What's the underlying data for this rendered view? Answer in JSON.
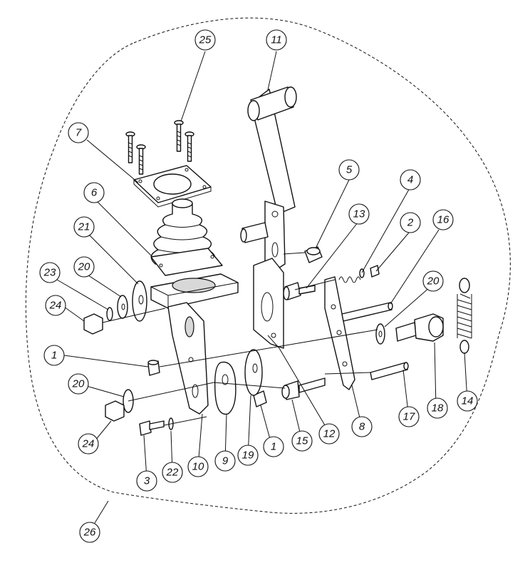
{
  "callouts": [
    {
      "id": "c25",
      "label": "25"
    },
    {
      "id": "c11",
      "label": "11"
    },
    {
      "id": "c7",
      "label": "7"
    },
    {
      "id": "c5",
      "label": "5"
    },
    {
      "id": "c4",
      "label": "4"
    },
    {
      "id": "c6",
      "label": "6"
    },
    {
      "id": "c13",
      "label": "13"
    },
    {
      "id": "c2",
      "label": "2"
    },
    {
      "id": "c16",
      "label": "16"
    },
    {
      "id": "c21",
      "label": "21"
    },
    {
      "id": "c23",
      "label": "23"
    },
    {
      "id": "c20a",
      "label": "20"
    },
    {
      "id": "c20b",
      "label": "20"
    },
    {
      "id": "c24a",
      "label": "24"
    },
    {
      "id": "c1a",
      "label": "1"
    },
    {
      "id": "c20c",
      "label": "20"
    },
    {
      "id": "c24b",
      "label": "24"
    },
    {
      "id": "c3",
      "label": "3"
    },
    {
      "id": "c22",
      "label": "22"
    },
    {
      "id": "c10",
      "label": "10"
    },
    {
      "id": "c9",
      "label": "9"
    },
    {
      "id": "c19",
      "label": "19"
    },
    {
      "id": "c1b",
      "label": "1"
    },
    {
      "id": "c15",
      "label": "15"
    },
    {
      "id": "c12",
      "label": "12"
    },
    {
      "id": "c8",
      "label": "8"
    },
    {
      "id": "c17",
      "label": "17"
    },
    {
      "id": "c18",
      "label": "18"
    },
    {
      "id": "c14",
      "label": "14"
    },
    {
      "id": "c26",
      "label": "26"
    }
  ]
}
